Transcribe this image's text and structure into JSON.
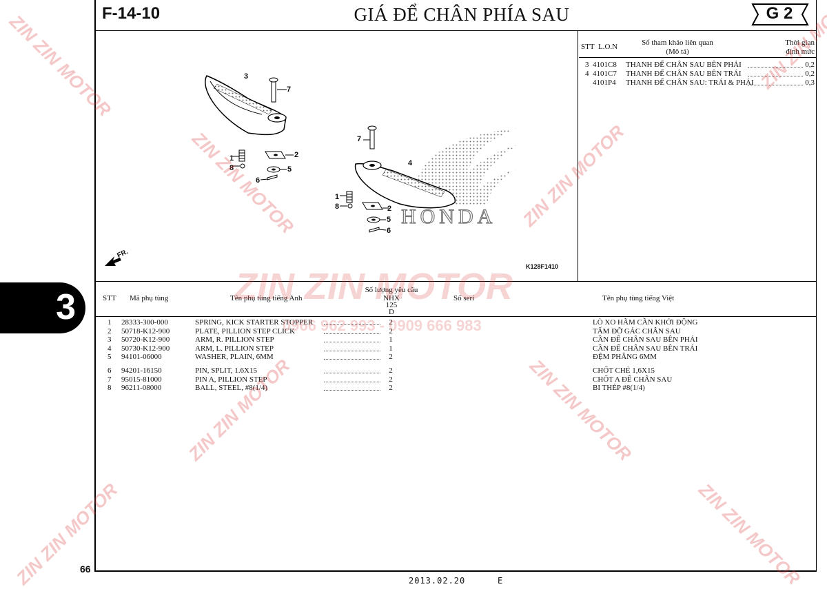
{
  "header": {
    "code": "F-14-10",
    "title": "GIÁ ĐỂ CHÂN PHÍA SAU",
    "badge": "G 2"
  },
  "side_tab": "3",
  "page_number": "66",
  "footer": {
    "date": "2013.02.20",
    "letter": "E"
  },
  "watermark": {
    "brand": "ZIN ZIN MOTOR",
    "phone": "0966 962 993 - 0909 666 983"
  },
  "assembly_table": {
    "headers": {
      "stt": "STT",
      "lon": "L.O.N",
      "ref_line1": "Số tham khảo liên quan",
      "ref_line2": "(Mô tả)",
      "time_line1": "Thời gian",
      "time_line2": "định mức"
    },
    "rows": [
      {
        "stt": "3",
        "lon": "4101C8",
        "desc": "THANH ĐỂ CHÂN SAU BÊN PHẢI",
        "time": "0,2"
      },
      {
        "stt": "4",
        "lon": "4101C7",
        "desc": "THANH ĐỂ CHÂN SAU BÊN TRÁI",
        "time": "0,2"
      },
      {
        "stt": "",
        "lon": "4101P4",
        "desc": "THANH ĐỂ CHÂN SAU: TRÁI & PHẢI",
        "time": "0,3"
      }
    ]
  },
  "diagram": {
    "code": "K128F1410",
    "fr_label": "FR.",
    "brand_text": "HONDA",
    "callouts": [
      "3",
      "7",
      "1",
      "8",
      "2",
      "5",
      "6",
      "7",
      "4",
      "1",
      "8",
      "2",
      "5",
      "6"
    ]
  },
  "parts_table": {
    "headers": {
      "stt": "STT",
      "part_no": "Mã phụ tùng",
      "name_en": "Tên phụ tùng tiếng Anh",
      "qty_line1": "Số lượng yêu cầu",
      "qty_line2": "NHX",
      "qty_line3": "125",
      "qty_line4": "D",
      "serial": "Số seri",
      "name_vi": "Tên phụ tùng tiếng Việt"
    },
    "rows": [
      {
        "stt": "1",
        "part_no": "28333-300-000",
        "name_en": "SPRING, KICK STARTER STOPPER",
        "qty": "2",
        "name_vi": "LÒ XO HÃM CẦN KHỞI ĐỘNG"
      },
      {
        "stt": "2",
        "part_no": "50718-K12-900",
        "name_en": "PLATE, PILLION STEP CLICK",
        "qty": "2",
        "name_vi": "TẤM ĐỠ GÁC CHÂN SAU"
      },
      {
        "stt": "3",
        "part_no": "50720-K12-900",
        "name_en": "ARM, R. PILLION STEP",
        "qty": "1",
        "name_vi": "CẦN ĐỂ CHÂN SAU BÊN PHẢI"
      },
      {
        "stt": "4",
        "part_no": "50730-K12-900",
        "name_en": "ARM, L. PILLION STEP",
        "qty": "1",
        "name_vi": "CẦN ĐỂ CHÂN SAU BÊN TRÁI"
      },
      {
        "stt": "5",
        "part_no": "94101-06000",
        "name_en": "WASHER, PLAIN, 6MM",
        "qty": "2",
        "name_vi": "ĐỆM PHẲNG 6MM"
      },
      {
        "stt": "6",
        "part_no": "94201-16150",
        "name_en": "PIN, SPLIT, 1.6X15",
        "qty": "2",
        "name_vi": "CHỐT CHẺ 1,6X15"
      },
      {
        "stt": "7",
        "part_no": "95015-81000",
        "name_en": "PIN A, PILLION STEP",
        "qty": "2",
        "name_vi": "CHỐT A ĐỂ CHÂN SAU"
      },
      {
        "stt": "8",
        "part_no": "96211-08000",
        "name_en": "BALL, STEEL, #8(1/4)",
        "qty": "2",
        "name_vi": "BI THÉP #8(1/4)"
      }
    ]
  }
}
